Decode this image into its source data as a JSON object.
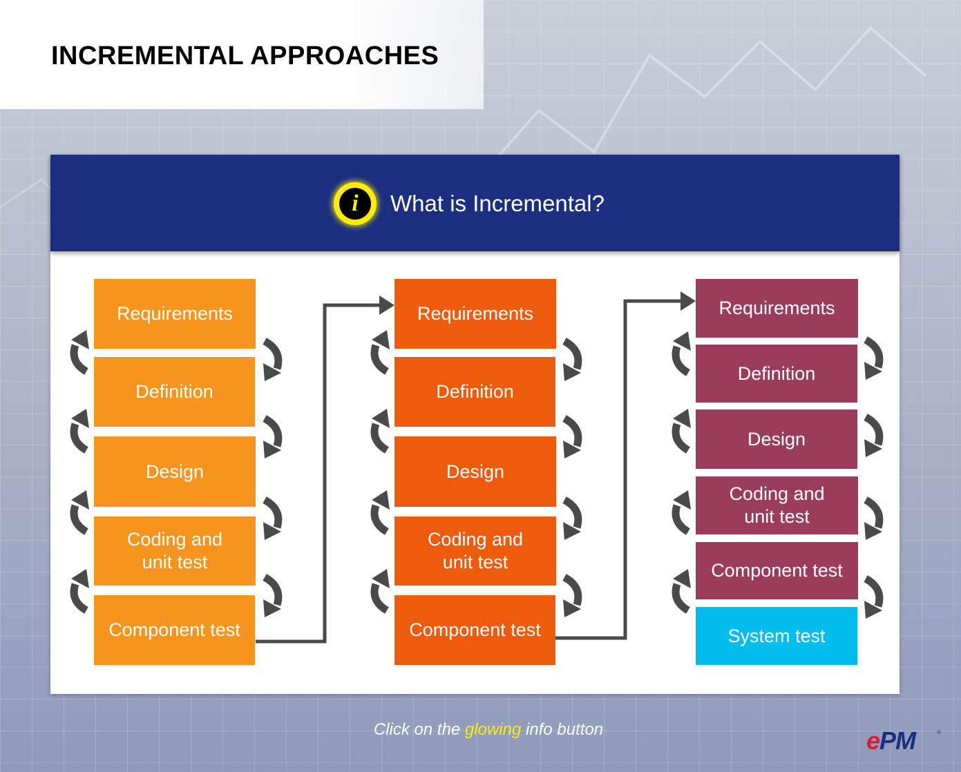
{
  "page": {
    "title": "INCREMENTAL APPROACHES"
  },
  "panel": {
    "header_text": "What is Incremental?",
    "info_icon": "info-icon",
    "info_glyph": "i"
  },
  "columns": [
    {
      "color": "#f7941d",
      "stages": [
        "Requirements",
        "Definition",
        "Design",
        "Coding and\nunit test",
        "Component test"
      ]
    },
    {
      "color": "#ef5b0c",
      "stages": [
        "Requirements",
        "Definition",
        "Design",
        "Coding and\nunit test",
        "Component test"
      ]
    },
    {
      "color": "#9b3c5a",
      "final_color": "#00bdef",
      "stages": [
        "Requirements",
        "Definition",
        "Design",
        "Coding and\nunit test",
        "Component test",
        "System test"
      ]
    }
  ],
  "footer": {
    "prefix": "Click on the ",
    "highlight": "glowing",
    "suffix": " info button",
    "highlight_color": "#ffec00"
  },
  "logo": {
    "e": "e",
    "rest": "PM",
    "registered": "®"
  },
  "icons": {
    "cycle_arrow": "curved-arrow-icon",
    "connector": "arrow-right-icon"
  },
  "colors": {
    "header_bg": "#1b2f80",
    "info_yellow": "#ffec00"
  }
}
